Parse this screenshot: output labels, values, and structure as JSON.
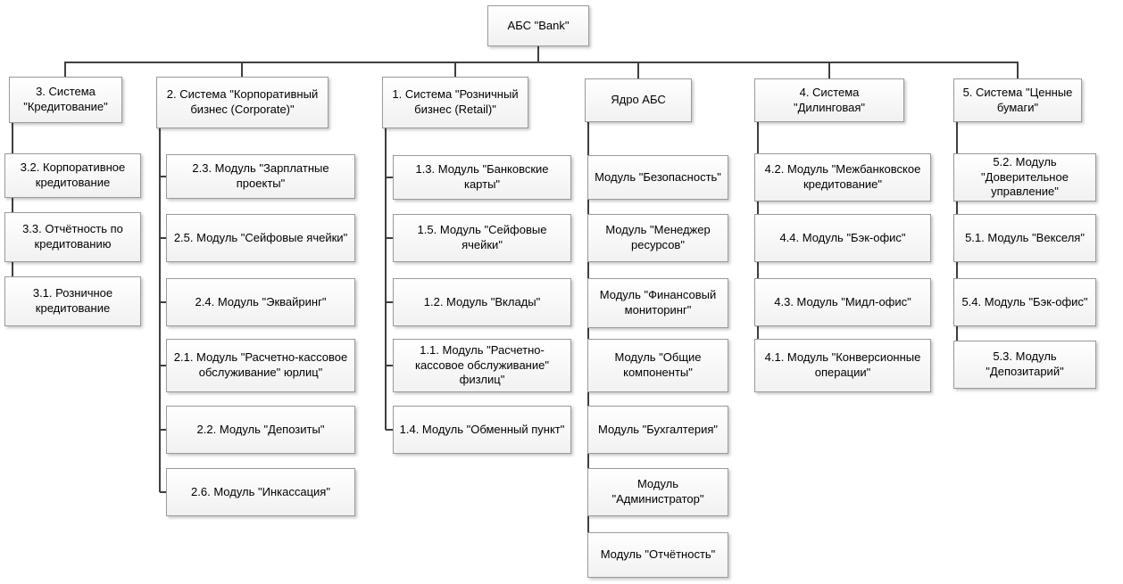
{
  "diagram": {
    "root": "АБС \"Bank\"",
    "columns": [
      {
        "header": "3. Система \"Кредитование\"",
        "children": [
          "3.2. Корпоративное кредитование",
          "3.3. Отчётность по кредитованию",
          "3.1. Розничное кредитование"
        ]
      },
      {
        "header": "2. Система \"Корпоративный бизнес (Corporate)\"",
        "children": [
          "2.3. Модуль \"Зарплатные проекты\"",
          "2.5. Модуль \"Сейфовые ячейки\"",
          "2.4. Модуль \"Эквайринг\"",
          "2.1. Модуль \"Расчетно-кассовое обслуживание\" юрлиц\"",
          "2.2. Модуль \"Депозиты\"",
          "2.6. Модуль \"Инкассация\""
        ]
      },
      {
        "header": "1. Система \"Розничный бизнес (Retail)\"",
        "children": [
          "1.3. Модуль \"Банковские карты\"",
          "1.5. Модуль \"Сейфовые ячейки\"",
          "1.2. Модуль \"Вклады\"",
          "1.1. Модуль \"Расчетно-кассовое обслуживание\" физлиц\"",
          "1.4. Модуль \"Обменный пункт\""
        ]
      },
      {
        "header": "Ядро АБС",
        "children": [
          "Модуль \"Безопасность\"",
          "Модуль \"Менеджер ресурсов\"",
          "Модуль \"Финансовый мониторинг\"",
          "Модуль \"Общие компоненты\"",
          "Модуль \"Бухгалтерия\"",
          "Модуль \"Администратор\"",
          "Модуль \"Отчётность\""
        ]
      },
      {
        "header": "4. Система \"Дилинговая\"",
        "children": [
          "4.2. Модуль \"Межбанковское кредитование\"",
          "4.4. Модуль \"Бэк-офис\"",
          "4.3. Модуль \"Мидл-офис\"",
          "4.1. Модуль \"Конверсионные операции\""
        ]
      },
      {
        "header": "5. Система \"Ценные бумаги\"",
        "children": [
          "5.2. Модуль \"Доверительное управление\"",
          "5.1. Модуль \"Векселя\"",
          "5.4. Модуль \"Бэк-офис\"",
          "5.3. Модуль \"Депозитарий\""
        ]
      }
    ],
    "colors": {
      "connector": "#3f3f3f",
      "box_border": "#9a9a9a",
      "box_fill": "#f1f1f1",
      "text": "#000000"
    }
  }
}
